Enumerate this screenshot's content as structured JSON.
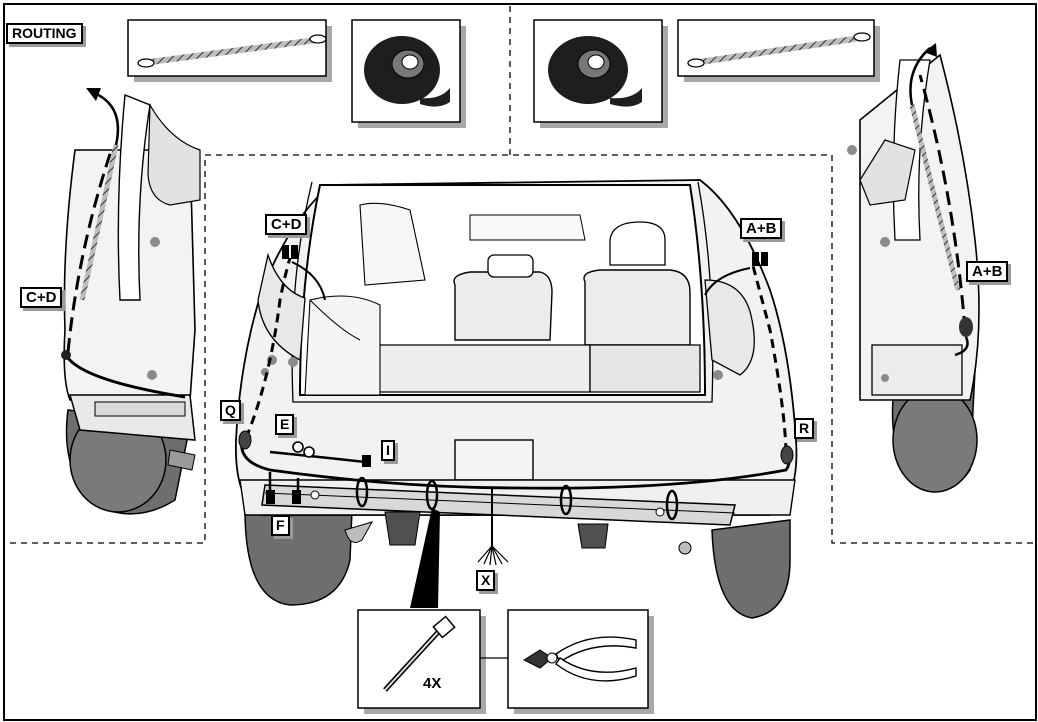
{
  "title": "ROUTING",
  "callouts": {
    "left_view": "C+D",
    "center_left": "C+D",
    "center_right": "A+B",
    "right_view": "A+B",
    "q": "Q",
    "e": "E",
    "i": "I",
    "f": "F",
    "r": "R",
    "x": "X"
  },
  "tools": {
    "tie_quantity": "4X",
    "fish_wire_icon": "fish-wire-icon",
    "tape_icon": "electrical-tape-icon",
    "cable_tie_icon": "cable-tie-icon",
    "cutter_icon": "side-cutter-icon"
  }
}
